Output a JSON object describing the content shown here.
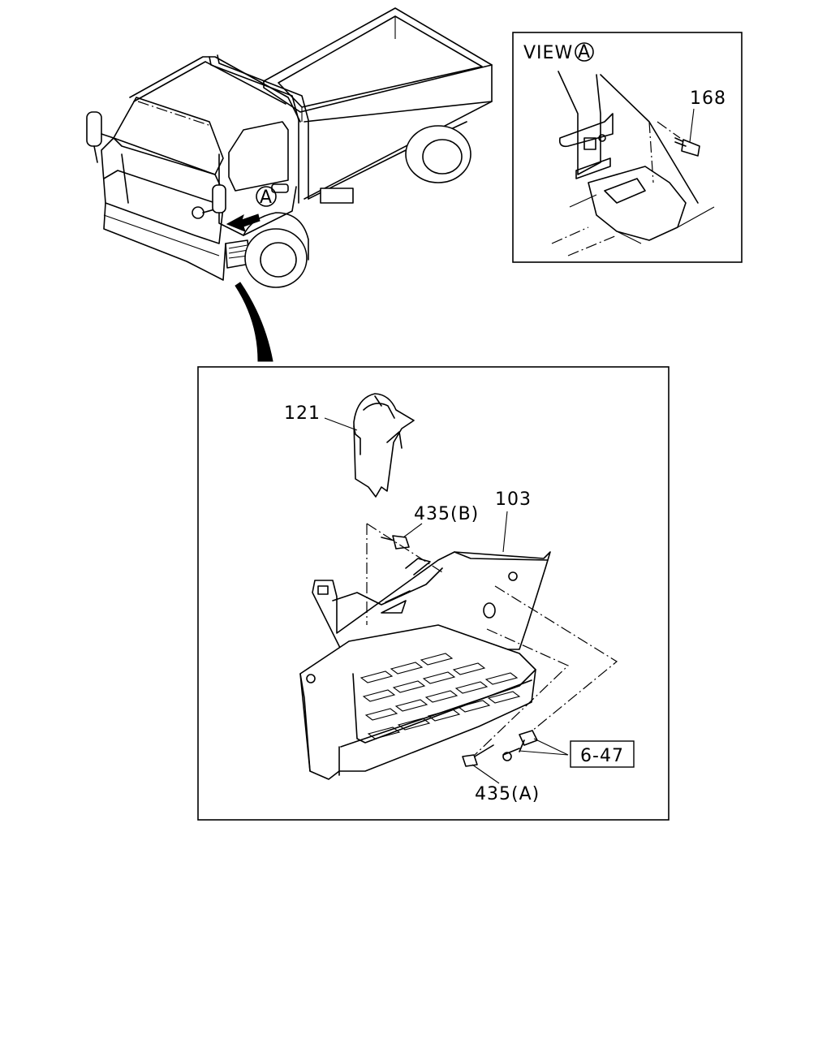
{
  "view": {
    "title": "VIEW",
    "marker": "A"
  },
  "truck": {
    "marker": "A"
  },
  "parts": {
    "p168": "168",
    "p121": "121",
    "p103": "103",
    "p435b": "435(B)",
    "p435a": "435(A)",
    "ref647": "6-47"
  }
}
